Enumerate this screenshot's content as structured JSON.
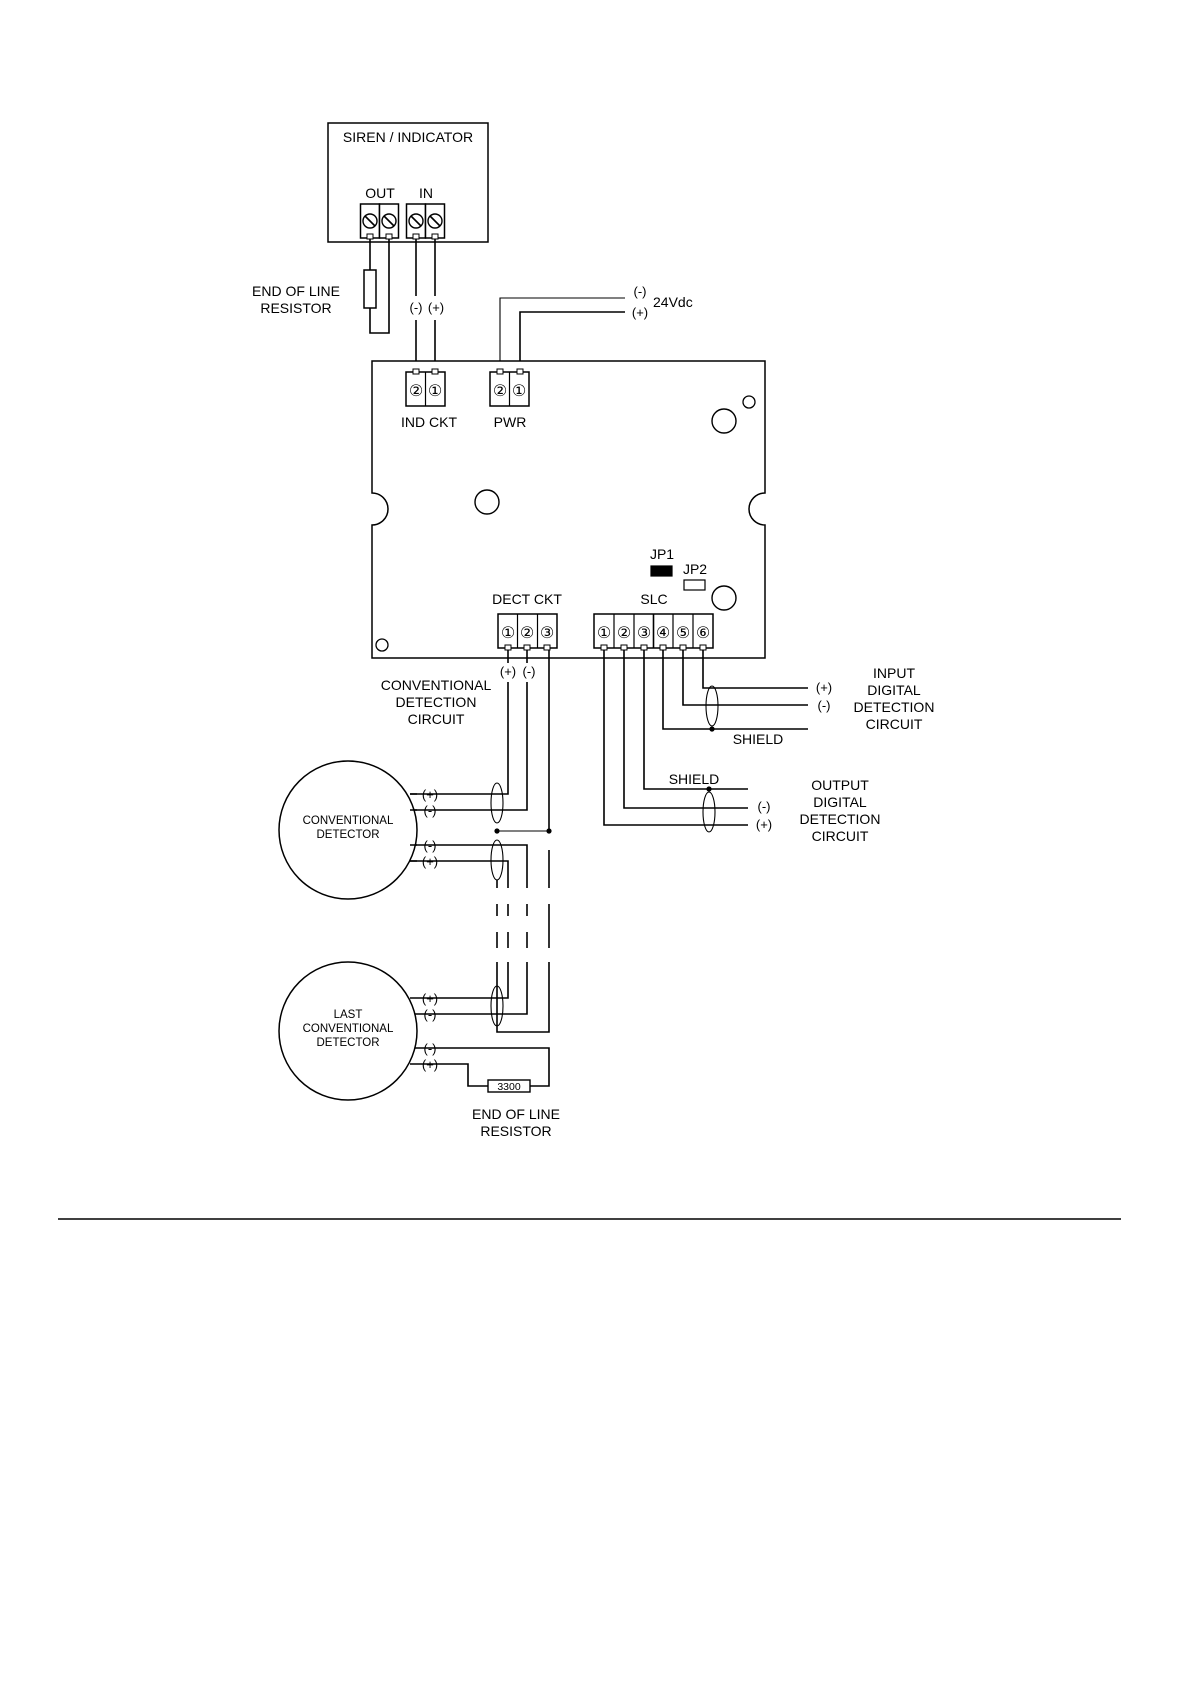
{
  "siren": {
    "title": "SIREN / INDICATOR",
    "out": "OUT",
    "in": "IN"
  },
  "eol_top": {
    "line1": "END OF LINE",
    "line2": "RESISTOR"
  },
  "ind_polarity": {
    "neg": "(-)",
    "pos": "(+)"
  },
  "power": {
    "neg": "(-)",
    "pos": "(+)",
    "voltage": "24Vdc"
  },
  "board": {
    "ind_ckt": "IND CKT",
    "pwr": "PWR",
    "jp1": "JP1",
    "jp2": "JP2",
    "dect_ckt": "DECT CKT",
    "slc": "SLC",
    "term_2": "②",
    "term_1": "①",
    "dect_terms": [
      "①",
      "②",
      "③"
    ],
    "slc_terms": [
      "①",
      "②",
      "③",
      "④",
      "⑤",
      "⑥"
    ]
  },
  "dect_polarity": {
    "pos": "(+)",
    "neg": "(-)"
  },
  "conventional_circuit": {
    "line1": "CONVENTIONAL",
    "line2": "DETECTION",
    "line3": "CIRCUIT"
  },
  "input_circuit": {
    "pos": "(+)",
    "neg": "(-)",
    "shield": "SHIELD",
    "line1": "INPUT",
    "line2": "DIGITAL",
    "line3": "DETECTION",
    "line4": "CIRCUIT"
  },
  "output_circuit": {
    "shield": "SHIELD",
    "neg": "(-)",
    "pos": "(+)",
    "line1": "OUTPUT",
    "line2": "DIGITAL",
    "line3": "DETECTION",
    "line4": "CIRCUIT"
  },
  "detector1": {
    "line1": "CONVENTIONAL",
    "line2": "DETECTOR",
    "in_pos": "(+)",
    "in_neg": "(-)",
    "out_neg": "(-)",
    "out_pos": "(+)"
  },
  "detector2": {
    "line1": "LAST",
    "line2": "CONVENTIONAL",
    "line3": "DETECTOR",
    "in_pos": "(+)",
    "in_neg": "(-)",
    "out_neg": "(-)",
    "out_pos": "(+)"
  },
  "eol_bottom": {
    "value": "3300",
    "line1": "END OF LINE",
    "line2": "RESISTOR"
  }
}
